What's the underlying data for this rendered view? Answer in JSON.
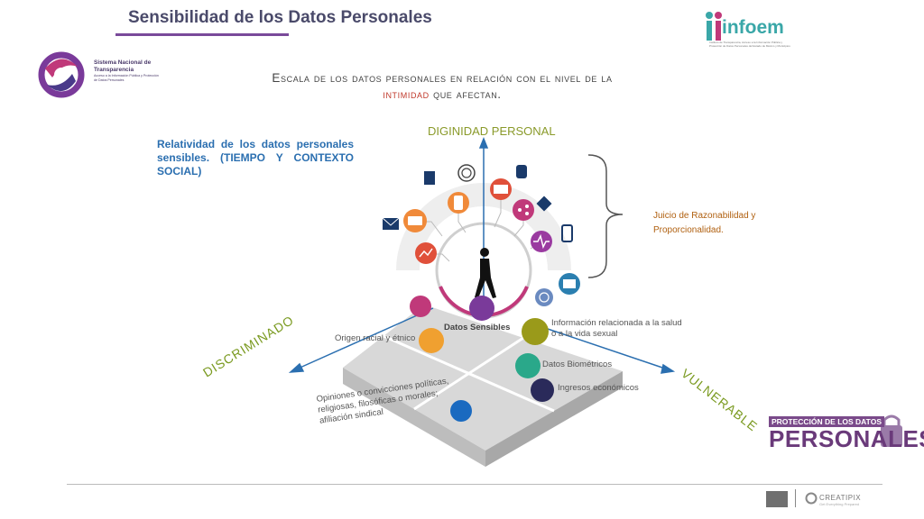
{
  "header": {
    "title": "Sensibilidad de los Datos Personales"
  },
  "infoem": {
    "logo_text": "infoem",
    "caption": "Instituto de Transparencia, Acceso a la Información Pública y Protección de Datos Personales del Estado de México y Municipios"
  },
  "snt": {
    "title": "Sistema Nacional de Transparencia",
    "subtitle": "Acceso a la Información Pública y Protección de Datos Personales"
  },
  "heading": {
    "before": "Escala de los datos personales en relación con el nivel de la ",
    "highlight": "intimidad",
    "after": " que afectan."
  },
  "relativity_text": "Relatividad de los datos personales sensibles. (TIEMPO Y CONTEXTO SOCIAL)",
  "diagram": {
    "top_axis": "DIGINIDAD PERSONAL",
    "left_axis": "DISCRIMINADO",
    "right_axis": "VULNERABLE",
    "brace_note": "Juicio de Razonabilidad y Proporcionalidad.",
    "center_label": "Datos Sensibles",
    "items": [
      {
        "label": "Origen racial y étnico",
        "color": "#f0a030"
      },
      {
        "label": "Información relacionada a la salud o a la vida sexual",
        "color": "#9a9a1a"
      },
      {
        "label": "Datos Biométricos",
        "color": "#2aa88a"
      },
      {
        "label": "Ingresos económicos",
        "color": "#2a2a5a"
      },
      {
        "label": "Opiniones o convicciones políticas, religiosas, filosóficas o morales; afiliación sindical",
        "color": "#1a6ac0"
      }
    ],
    "center_color": "#7a3a9a",
    "icons": [
      "mail-icon",
      "id-card-icon",
      "chart-icon",
      "book-icon",
      "fingerprint-icon",
      "phone-icon",
      "card-icon",
      "database-icon",
      "share-icon",
      "tag-icon",
      "heart-rate-icon",
      "mobile-icon",
      "envelope-icon",
      "fingerprint-icon",
      "person-walking-icon"
    ]
  },
  "badge": {
    "top": "PROTECCIÓN DE LOS DATOS",
    "main": "PERSONALES"
  },
  "footer": {
    "brand": "CREATIPIX",
    "tagline": "Get Everything Prepared"
  },
  "colors": {
    "accent": "#7a4a9a",
    "axis": "#2b6fb0",
    "axis_label": "#7a9a20"
  }
}
